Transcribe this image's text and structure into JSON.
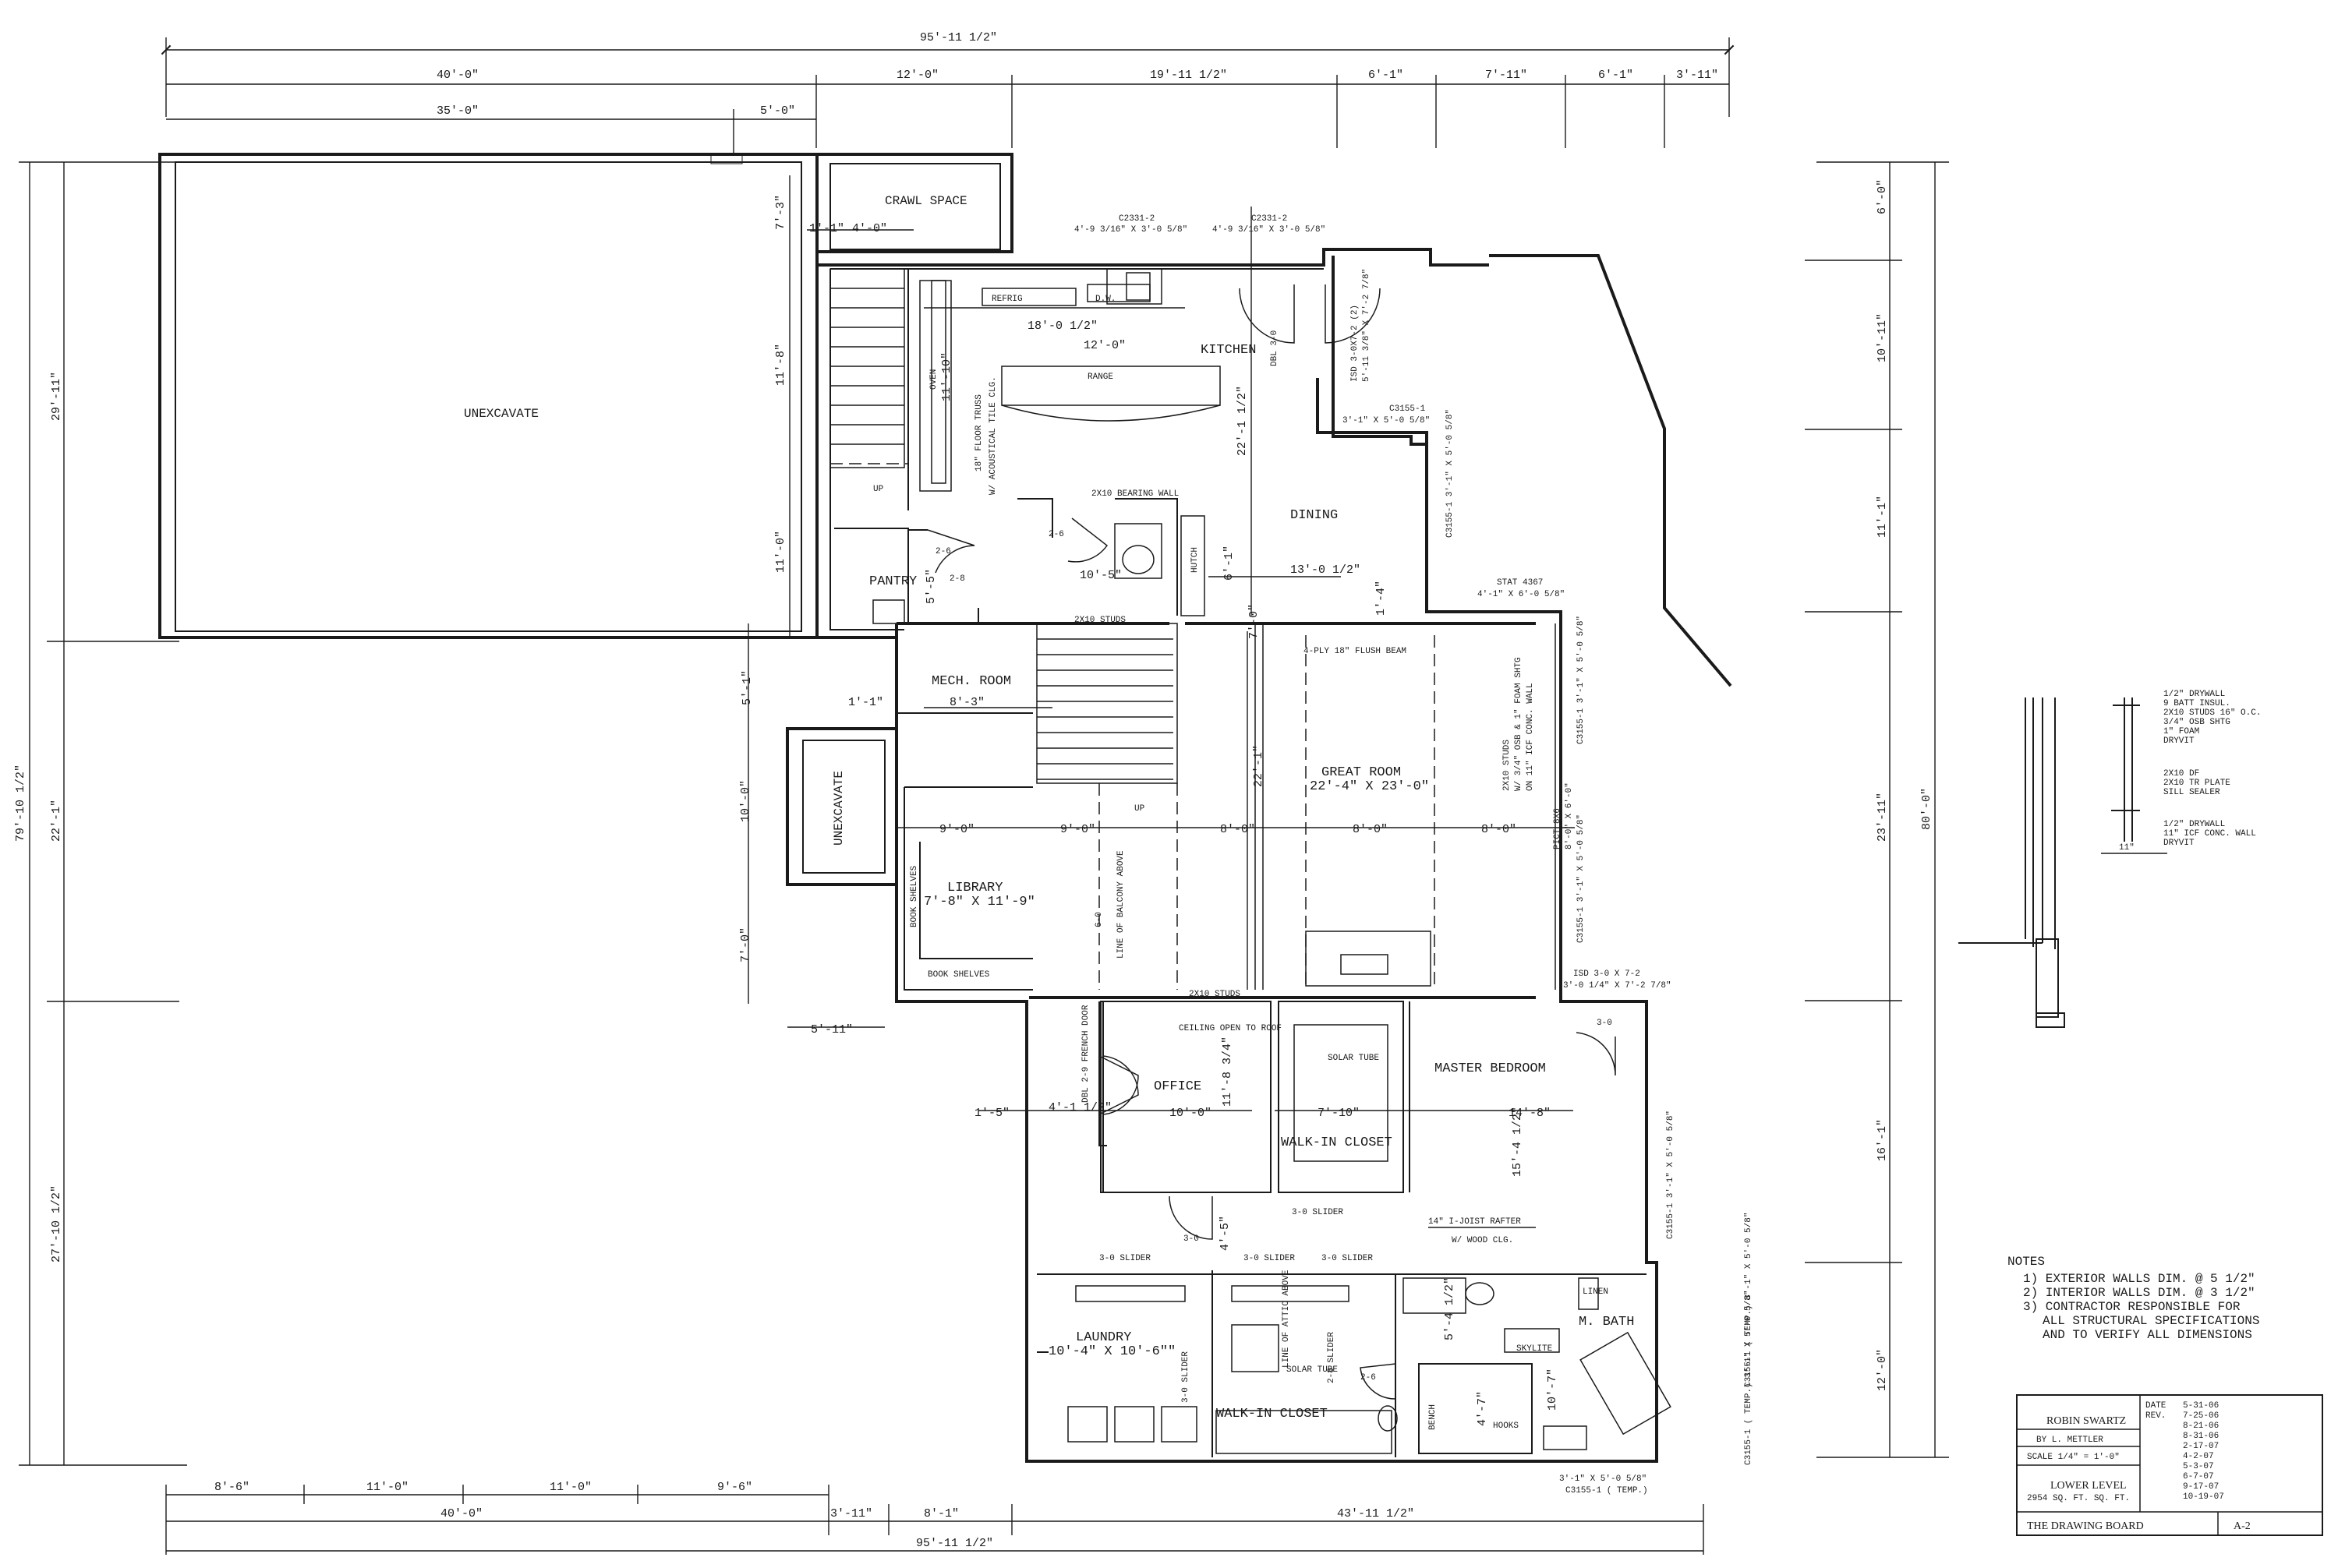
{
  "rooms": {
    "unexcavate_main": "UNEXCAVATE",
    "unexcavate_side": "UNEXCAVATE",
    "crawl_space": "CRAWL SPACE",
    "kitchen": "KITCHEN",
    "dining": "DINING",
    "pantry": "PANTRY",
    "mech_room": "MECH. ROOM",
    "great_room": "GREAT ROOM",
    "great_room_size": "22'-4\" X 23'-0\"",
    "library": "LIBRARY",
    "library_size": "7'-8\" X 11'-9\"",
    "office": "OFFICE",
    "walk_in_closet_1": "WALK-IN CLOSET",
    "master_bedroom": "MASTER BEDROOM",
    "laundry": "LAUNDRY",
    "laundry_size": "10'-4\" X 10'-6\"\"",
    "walk_in_closet_2": "WALK-IN CLOSET",
    "m_bath": "M. BATH"
  },
  "labels": {
    "refrig": "REFRIG",
    "dw": "D.W.",
    "range": "RANGE",
    "oven": "OVEN",
    "floor_truss": "18\" FLOOR TRUSS",
    "tile_clg": "W/ ACOUSTICAL TILE CLG.",
    "up_1": "UP",
    "up_2": "UP",
    "bearing_wall": "2X10 BEARING WALL",
    "hutch": "HUTCH",
    "studs_1": "2X10 STUDS",
    "studs_2": "2X10 STUDS",
    "flush_beam": "4-PLY 18\" FLUSH BEAM",
    "balcony": "LINE OF BALCONY ABOVE",
    "book_shelves_v": "BOOK SHELVES",
    "book_shelves_h": "BOOK SHELVES",
    "ceiling_open": "CEILING OPEN TO ROOF",
    "solar_tube_1": "SOLAR TUBE",
    "solar_tube_2": "SOLAR TUBE",
    "french_door": "DBL 2-9 FRENCH DOOR",
    "slider_wic": "3-0 SLIDER",
    "slider_a": "3-0 SLIDER",
    "slider_b": "3-0 SLIDER",
    "slider_c": "3-0 SLIDER",
    "slider_v": "3-0 SLIDER",
    "slider_28": "2-8 SLIDER",
    "attic": "LINE OF ATTIC ABOVE",
    "joist_rafter": "14\" I-JOIST RAFTER",
    "wood_clg": "W/ WOOD CLG.",
    "linen": "LINEN",
    "skylite": "SKYLITE",
    "bench": "BENCH",
    "hooks": "HOOKS",
    "dbl_30": "DBL 3-0",
    "door_26a": "2-6",
    "door_26b": "2-6",
    "door_26c": "2-6",
    "door_28": "2-8",
    "door_30a": "3-0",
    "door_30b": "3-0",
    "door_60": "6-0",
    "wall_studs": "2X10 STUDS",
    "wall_osb": "W/ 3/4\" OSB & 1\" FOAM SHTG",
    "wall_icf": "ON 11\" ICF CONC. WALL",
    "pict": "PICT 8X6",
    "pict_size": "8'-0\" X 6'-0\"",
    "stat": "STAT 4367",
    "stat_size": "4'-1\" X 6'-0 5/8\"",
    "c2331_a": "C2331-2",
    "c2331_a_size": "4'-9 3/16\" X 3'-0 5/8\"",
    "c2331_b": "C2331-2",
    "c2331_b_size": "4'-9 3/16\" X 3'-0 5/8\"",
    "isd_1": "ISD 3-0X7-2 (2)",
    "isd_1_size": "5'-11 3/8\" X 7'-2 7/8\"",
    "c3155_top": "C3155-1",
    "c3155_top_size": "3'-1\" X 5'-0 5/8\"",
    "isd_2": "ISD 3-0 X 7-2",
    "isd_2_size": "3'-0 1/4\" X 7'-2 7/8\"",
    "c3155_bot": "3'-1\" X 5'-0 5/8\"",
    "c3155_bot_2": "C3155-1 ( TEMP.)",
    "win_r1": "C3155-1 3'-1\" X 5'-0 5/8\"",
    "win_r2": "C3155-1 3'-1\" X 5'-0 5/8\"",
    "win_r3": "C3155-1 3'-1\" X 5'-0 5/8\"",
    "win_r4": "C3155-1 3'-1\" X 5'-0 5/8\"",
    "win_r5": "C3155-1 ( TEMP.) 3'-1\" X 5'-0 5/8\"",
    "win_r6": "C3155-1 ( TEMP.) 3'-1\" X 5'-0 5/8\""
  },
  "dims": {
    "overall_top": "95'-11 1/2\"",
    "top_40": "40'-0\"",
    "top_12": "12'-0\"",
    "top_19": "19'-11 1/2\"",
    "top_61a": "6'-1\"",
    "top_711": "7'-11\"",
    "top_61b": "6'-1\"",
    "top_311": "3'-11\"",
    "top_35": "35'-0\"",
    "top_5": "5'-0\"",
    "left_79": "79'-10 1/2\"",
    "left_29": "29'-11\"",
    "left_22": "22'-1\"",
    "left_27": "27'-10 1/2\"",
    "right_80": "80'-0\"",
    "right_6": "6'-0\"",
    "right_1011": "10'-11\"",
    "right_111": "11'-1\"",
    "right_2311": "23'-11\"",
    "right_161": "16'-1\"",
    "right_12": "12'-0\"",
    "d_73": "7'-3\"",
    "d_118": "11'-8\"",
    "d_110": "11'-0\"",
    "d_11a": "1'-1\"",
    "d_4": "4'-0\"",
    "d_18": "18'-0 1/2\"",
    "d_1110": "11'-10\"",
    "d_12k": "12'-0\"",
    "d_221a": "22'-1 1/2\"",
    "d_105": "10'-5\"",
    "d_61": "6'-1\"",
    "d_13": "13'-0 1/2\"",
    "d_51a": "5'-1\"",
    "d_11b": "1'-1\"",
    "d_83": "8'-3\"",
    "d_10": "10'-0\"",
    "d_7": "7'-0\"",
    "d_221b": "22'-1\"",
    "d_9a": "9'-0\"",
    "d_9b": "9'-0\"",
    "d_8a": "8'-0\"",
    "d_8b": "8'-0\"",
    "d_8c": "8'-0\"",
    "d_511": "5'-11\"",
    "d_15": "1'-5\"",
    "d_41": "4'-1 1/2\"",
    "d_100": "10'-0\"",
    "d_118b": "11'-8 3/4\"",
    "d_710": "7'-10\"",
    "d_148": "14'-8\"",
    "d_154": "15'-4 1/2\"",
    "d_45": "4'-5\"",
    "d_54": "5'-4 1/2\"",
    "d_47": "4'-7\"",
    "d_107": "10'-7\"",
    "d_7v": "7'-0\"",
    "d_55": "5'-5\"",
    "d_14": "1'-4\"",
    "bot_86": "8'-6\"",
    "bot_11a": "11'-0\"",
    "bot_11b": "11'-0\"",
    "bot_96": "9'-6\"",
    "bot_311": "3'-11\"",
    "bot_81": "8'-1\"",
    "bot_40": "40'-0\"",
    "bot_43": "43'-11 1/2\"",
    "bot_95": "95'-11 1/2\""
  },
  "detail": {
    "a1": "1/2\" DRYWALL",
    "a2": "9 BATT INSUL.",
    "a3": "2X10 STUDS 16\" O.C.",
    "a4": "3/4\" OSB SHTG",
    "a5": "1\" FOAM",
    "a6": "DRYVIT",
    "b1": "2X10 DF",
    "b2": "2X10 TR PLATE",
    "b3": "SILL SEALER",
    "c1": "1/2\" DRYWALL",
    "c2": "11\" ICF CONC. WALL",
    "c3": "DRYVIT",
    "dim": "11\""
  },
  "notes": {
    "title": "NOTES",
    "n1": "1) EXTERIOR WALLS DIM. @ 5 1/2\"",
    "n2": "2) INTERIOR WALLS DIM. @ 3 1/2\"",
    "n3a": "3) CONTRACTOR RESPONSIBLE FOR",
    "n3b": "ALL STRUCTURAL SPECIFICATIONS",
    "n3c": "AND TO VERIFY ALL DIMENSIONS"
  },
  "title_block": {
    "client": "ROBIN SWARTZ",
    "by": "BY L. METTLER",
    "scale": "SCALE 1/4\" = 1'-0\"",
    "level": "LOWER LEVEL",
    "area": "2954 SQ. FT. SQ. FT.",
    "firm": "THE DRAWING BOARD",
    "sheet": "A-2",
    "date_label": "DATE",
    "rev_label": "REV.",
    "dates": [
      "5-31-06",
      "7-25-06",
      "8-21-06",
      "8-31-06",
      "2-17-07",
      "4-2-07",
      "5-3-07",
      "6-7-07",
      "9-17-07",
      "10-19-07"
    ]
  }
}
